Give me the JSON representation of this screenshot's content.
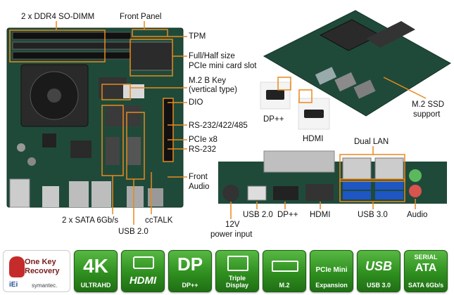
{
  "board_labels": {
    "so_dimm": "2 x DDR4 SO-DIMM",
    "front_panel": "Front Panel",
    "tpm": "TPM",
    "pcie_mini_1": "Full/Half size",
    "pcie_mini_2": "PCIe mini card slot",
    "m2_bkey_1": "M.2 B Key",
    "m2_bkey_2": "(vertical type)",
    "dio": "DIO",
    "rs232_422_485": "RS-232/422/485",
    "pcie_x8": "PCIe x8",
    "rs232": "RS-232",
    "front_audio_1": "Front",
    "front_audio_2": "Audio",
    "sata": "2 x SATA 6Gb/s",
    "usb20_board": "USB 2.0",
    "cctalk": "ccTALK"
  },
  "iso_labels": {
    "dpp": "DP++",
    "hdmi": "HDMI",
    "m2ssd_1": "M.2 SSD",
    "m2ssd_2": "support"
  },
  "io_labels": {
    "dual_lan": "Dual LAN",
    "power_1": "12V",
    "power_2": "power input",
    "usb20": "USB 2.0",
    "dpp": "DP++",
    "hdmi": "HDMI",
    "usb30": "USB 3.0",
    "audio": "Audio"
  },
  "badges": {
    "okr_title_1": "One Key",
    "okr_title_2": "Recovery",
    "okr_brand": "iEi",
    "okr_partner": "symantec.",
    "k4_glyph": "4K",
    "k4_cap": "ULTRAHD",
    "hdmi_glyph": "HDMI",
    "dp_glyph": "DP",
    "dp_cap": "DP++",
    "triple_cap_1": "Triple",
    "triple_cap_2": "Display",
    "m2_cap": "M.2",
    "pcie_mini_glyph": "PCIe Mini",
    "pcie_mini_cap": "Expansion",
    "usb3_glyph": "USB",
    "usb3_cap": "USB 3.0",
    "sata_top": "SERIAL",
    "sata_glyph": "ATA",
    "sata_cap": "SATA 6Gb/s"
  },
  "colors": {
    "callout": "#e8891c",
    "badge_green": "#2f8f1f",
    "pcb_green": "#1f4a3a"
  }
}
